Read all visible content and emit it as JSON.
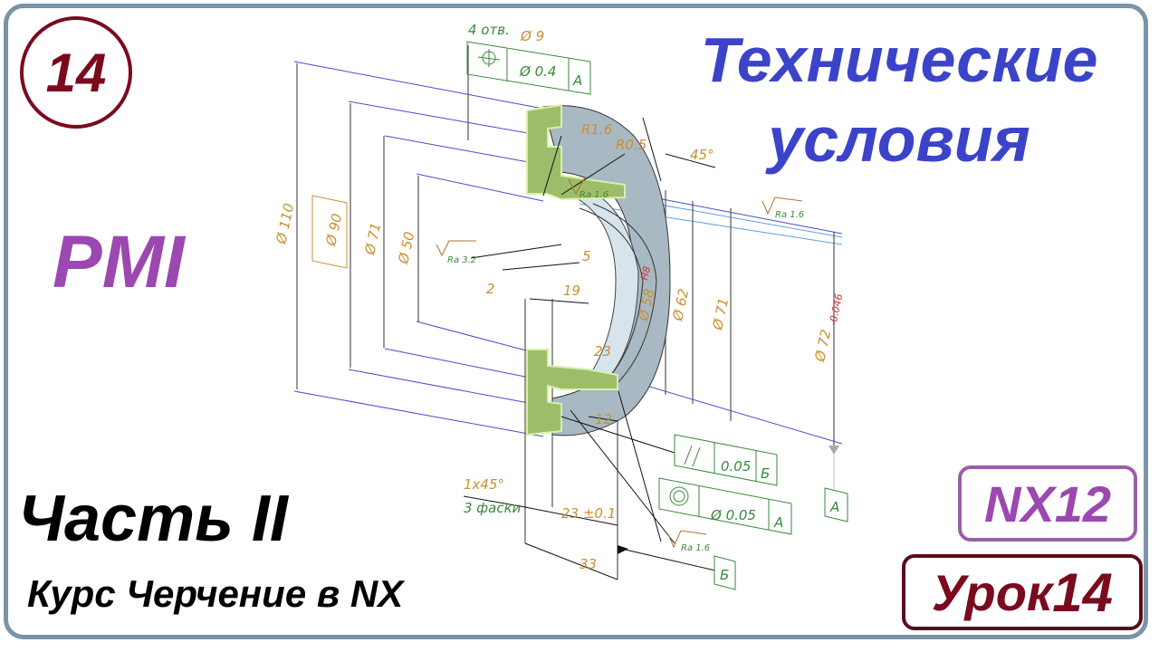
{
  "badge": {
    "number": "14"
  },
  "title": {
    "line1": "Технические",
    "line2": "условия"
  },
  "pmi": {
    "label": "PMI"
  },
  "part": {
    "label": "Часть II"
  },
  "course": {
    "label": "Курс Черчение в NX"
  },
  "version_badge": {
    "label": "NX12"
  },
  "lesson_badge": {
    "prefix": "Урок",
    "number": "14"
  },
  "colors": {
    "frame": "#7b93a6",
    "badge": "#7a0a1e",
    "title": "#3b44c8",
    "pmi": "#9b48b0",
    "dimension": "#c9902e",
    "tolerance": "#d03030",
    "gdt": "#3a8a3a",
    "section_fill": "#9dbd6a",
    "part_body": "#b7c6cf"
  },
  "drawing": {
    "holes_note": {
      "count": "4 отв.",
      "diameter": "Ø 9"
    },
    "position_frame": {
      "symbol": "⌖",
      "tolerance": "Ø 0.4",
      "datum": "A"
    },
    "dimensions": {
      "d110": "Ø 110",
      "d90": "Ø 90",
      "d71_left": "Ø 71",
      "d50": "Ø 50",
      "d58": "Ø 58",
      "d58_tol": "H8",
      "d62": "Ø 62",
      "d71_right": "Ø 71",
      "d72": "Ø 72",
      "d72_tol": "-0.046",
      "r16": "R1.6",
      "r05": "R0.5",
      "angle": "45°",
      "len5": "5",
      "len2": "2",
      "len19": "19",
      "len23": "23",
      "len12": "12",
      "len23tol": "23 ±0.1",
      "len33": "33"
    },
    "chamfer_note": {
      "size": "1x45°",
      "count": "3 фаски"
    },
    "roughness": {
      "ra32": "Ra 3.2",
      "ra16_top": "Ra 1.6",
      "ra16_inner": "Ra 1.6",
      "ra16_bottom": "Ra 1.6"
    },
    "parallel_frame": {
      "symbol": "//",
      "tolerance": "0.05",
      "datum": "Б"
    },
    "concentric_frame": {
      "symbol": "◎",
      "tolerance": "Ø 0.05",
      "datum": "A"
    },
    "datum_a": "A",
    "datum_b": "Б"
  }
}
